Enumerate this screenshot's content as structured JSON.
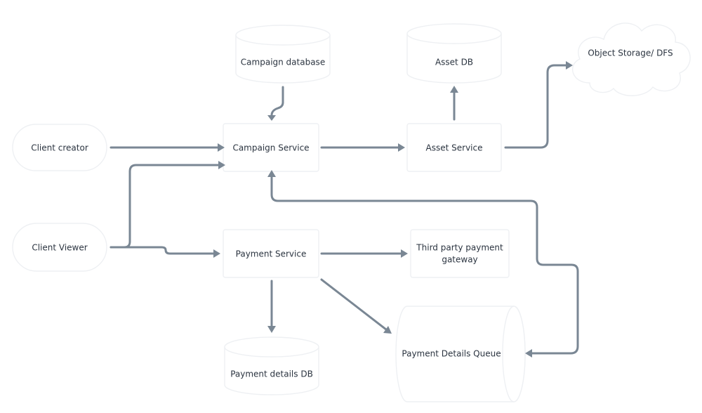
{
  "nodes": {
    "client_creator": "Client creator",
    "client_viewer": "Client Viewer",
    "campaign_database": "Campaign database",
    "campaign_service": "Campaign Service",
    "asset_db": "Asset DB",
    "asset_service": "Asset Service",
    "object_storage": "Object Storage/ DFS",
    "payment_service": "Payment Service",
    "third_party_line1": "Third party payment",
    "third_party_line2": "gateway",
    "payment_details_db": "Payment details DB",
    "payment_details_queue": "Payment Details Queue"
  },
  "colors": {
    "arrow": "#7a8794",
    "node_border": "#eef0f3",
    "text": "#2b3440"
  }
}
